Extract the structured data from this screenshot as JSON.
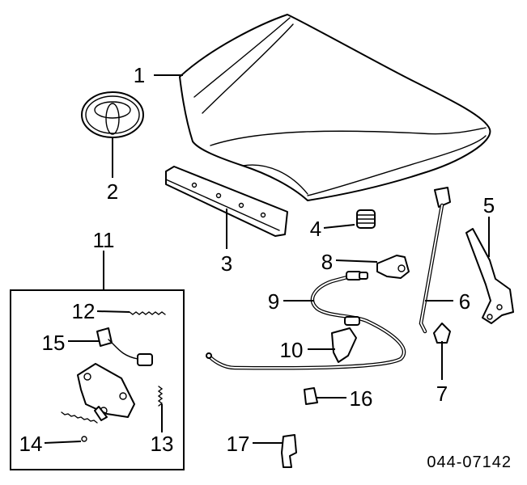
{
  "callouts": [
    {
      "id": "1",
      "label": "1"
    },
    {
      "id": "2",
      "label": "2"
    },
    {
      "id": "3",
      "label": "3"
    },
    {
      "id": "4",
      "label": "4"
    },
    {
      "id": "5",
      "label": "5"
    },
    {
      "id": "6",
      "label": "6"
    },
    {
      "id": "7",
      "label": "7"
    },
    {
      "id": "8",
      "label": "8"
    },
    {
      "id": "9",
      "label": "9"
    },
    {
      "id": "10",
      "label": "10"
    },
    {
      "id": "11",
      "label": "11"
    },
    {
      "id": "12",
      "label": "12"
    },
    {
      "id": "13",
      "label": "13"
    },
    {
      "id": "14",
      "label": "14"
    },
    {
      "id": "15",
      "label": "15"
    },
    {
      "id": "16",
      "label": "16"
    },
    {
      "id": "17",
      "label": "17"
    }
  ],
  "diagram_ref": "044-07142",
  "icons": {
    "hood": "hood-panel-icon",
    "emblem": "toyota-emblem-icon",
    "seal": "hood-seal-strip-icon",
    "bumper": "hood-bumper-icon",
    "hinge": "hood-hinge-icon",
    "support_rod": "support-rod-icon",
    "lock": "hood-lock-assembly-icon",
    "release_cable": "release-cable-icon"
  }
}
